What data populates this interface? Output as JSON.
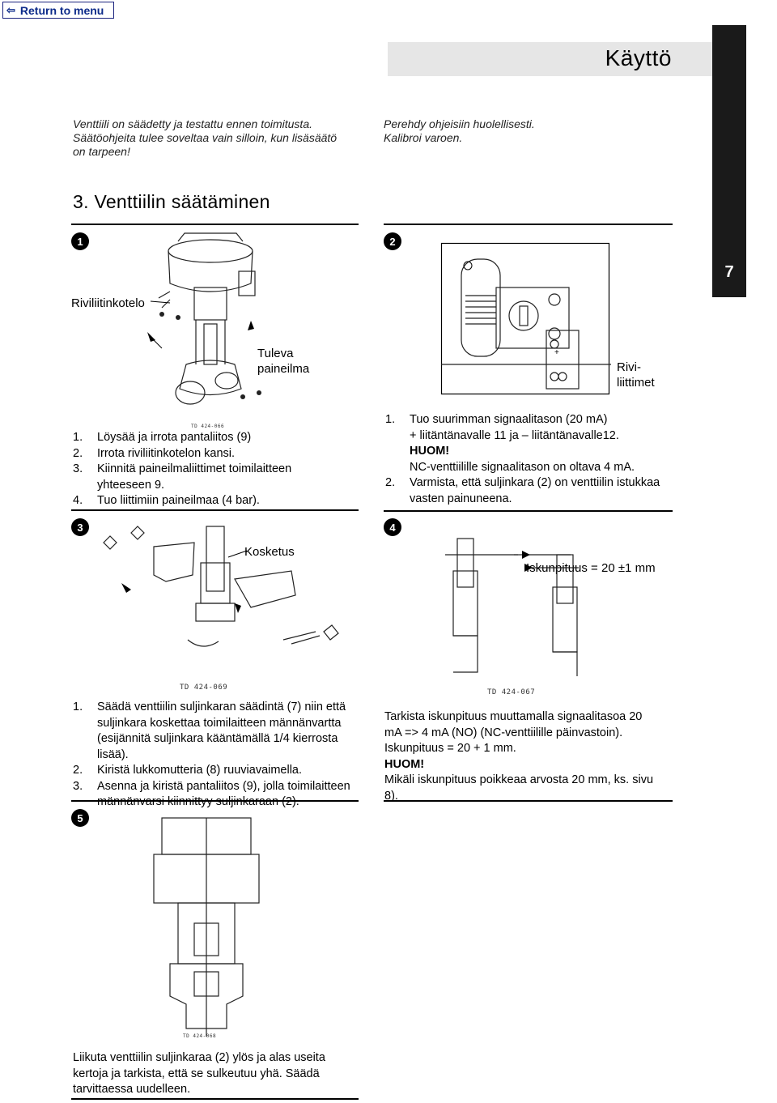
{
  "nav": {
    "return_label": "Return to menu"
  },
  "header": {
    "title": "Käyttö",
    "tab_number": "7"
  },
  "intro": {
    "left": [
      "Venttiili on säädetty ja testattu ennen toimitusta.",
      "Säätöohjeita tulee soveltaa vain silloin, kun lisäsäätö",
      "on tarpeen!"
    ],
    "right": [
      "Perehdy ohjeisiin huolellisesti.",
      "Kalibroi varoen."
    ]
  },
  "section": {
    "title": "3. Venttiilin säätäminen"
  },
  "figure1": {
    "badge": "1",
    "label_housing": "Riviliitinkotelo",
    "label_air_1": "Tuleva",
    "label_air_2": "paineilma",
    "td": "TD 424-066",
    "steps": [
      {
        "n": "1.",
        "t": "Löysää ja irrota pantaliitos (9)"
      },
      {
        "n": "2.",
        "t": "Irrota riviliitinkotelon kansi."
      },
      {
        "n": "3.",
        "t": "Kiinnitä paineilmaliittimet toimilaitteen"
      },
      {
        "n": "",
        "t": "yhteeseen 9."
      },
      {
        "n": "4.",
        "t": "Tuo liittimiin paineilmaa (4 bar)."
      }
    ]
  },
  "figure2": {
    "badge": "2",
    "label_1": "Rivi-",
    "label_2": "liittimet",
    "step1_n": "1.",
    "step1_a": "Tuo suurimman signaalitason (20 mA)",
    "step1_b": "+ liitäntänavalle 11 ja – liitäntänavalle12.",
    "note": "HUOM!",
    "note_text": "NC-venttiilille signaalitason on oltava 4 mA.",
    "step2_n": "2.",
    "step2_a": "Varmista, että suljinkara (2) on venttiilin istukkaa",
    "step2_b": "vasten painuneena."
  },
  "figure3": {
    "badge": "3",
    "label": "Kosketus",
    "td": "TD 424-069",
    "steps": [
      {
        "n": "1.",
        "lines": [
          "Säädä venttiilin suljinkaran säädintä (7) niin että",
          "suljinkara koskettaa toimilaitteen männänvartta",
          "(esijännitä suljinkara kääntämällä 1/4 kierrosta",
          "lisää)."
        ]
      },
      {
        "n": "2.",
        "lines": [
          "Kiristä lukkomutteria (8) ruuviavaimella."
        ]
      },
      {
        "n": "3.",
        "lines": [
          "Asenna ja kiristä pantaliitos (9), jolla toimilaitteen",
          "männänvarsi kiinnittyy suljinkaraan (2)."
        ]
      }
    ]
  },
  "figure4": {
    "badge": "4",
    "label": "Iskunpituus = 20 ±1 mm",
    "td": "TD 424-067",
    "text_1": "Tarkista iskunpituus muuttamalla signaalitasoa 20",
    "text_2": "mA => 4 mA (NO) (NC-venttiilille päinvastoin).",
    "text_3": "Iskunpituus = 20 + 1 mm.",
    "note": "HUOM!",
    "text_4": "Mikäli iskunpituus poikkeaa arvosta 20 mm, ks. sivu",
    "text_5": "8)."
  },
  "figure5": {
    "badge": "5",
    "td": "TD 424-068",
    "text": [
      "Liikuta venttiilin suljinkaraa (2) ylös ja alas useita",
      "kertoja ja tarkista, että se sulkeutuu yhä. Säädä",
      "tarvittaessa uudelleen."
    ]
  }
}
